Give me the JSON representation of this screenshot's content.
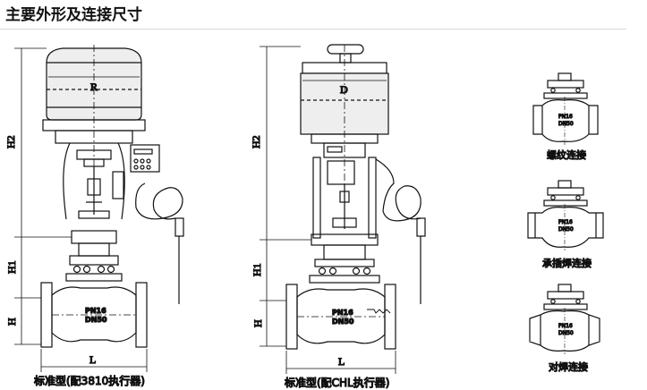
{
  "page": {
    "title": "主要外形及连接尺寸"
  },
  "diagram": {
    "left_valve": {
      "caption": "标准型(配3810执行器)",
      "dims": {
        "H2": "H2",
        "H1": "H1",
        "H": "H",
        "L": "L",
        "R": "R"
      },
      "body_mark": {
        "pn": "PN16",
        "dn": "DN50"
      }
    },
    "mid_valve": {
      "caption": "标准型(配CHL执行器)",
      "dims": {
        "H2": "H2",
        "H1": "H1",
        "H": "H",
        "L": "L",
        "D": "D"
      },
      "body_mark": {
        "pn": "PN16",
        "dn": "DN50"
      }
    },
    "connections": [
      {
        "caption": "螺纹连接",
        "pn": "PN16",
        "dn": "DN50"
      },
      {
        "caption": "承插焊连接",
        "pn": "PN16",
        "dn": "DN50"
      },
      {
        "caption": "对焊连接",
        "pn": "PN16",
        "dn": "DN50"
      }
    ]
  }
}
